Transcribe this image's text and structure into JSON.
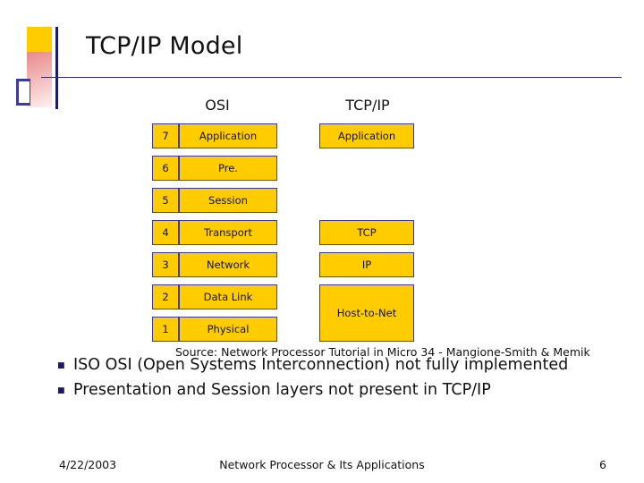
{
  "slide": {
    "title": "TCP/IP Model",
    "columns": {
      "left": "OSI",
      "right": "TCP/IP"
    },
    "osi_layers": [
      {
        "num": "7",
        "name": "Application"
      },
      {
        "num": "6",
        "name": "Pre."
      },
      {
        "num": "5",
        "name": "Session"
      },
      {
        "num": "4",
        "name": "Transport"
      },
      {
        "num": "3",
        "name": "Network"
      },
      {
        "num": "2",
        "name": "Data Link"
      },
      {
        "num": "1",
        "name": "Physical"
      }
    ],
    "tcpip_layers": [
      {
        "name": "Application"
      },
      {
        "name": "TCP"
      },
      {
        "name": "IP"
      },
      {
        "name": "Host-to-Net"
      }
    ],
    "source": "Source: Network Processor Tutorial in Micro 34 - Mangione-Smith & Memik",
    "bullets": [
      "ISO OSI (Open Systems Interconnection) not fully implemented",
      "Presentation and Session layers not present in TCP/IP"
    ],
    "bullet_marker": "■"
  },
  "footer": {
    "date": "4/22/2003",
    "center": "Network Processor & Its Applications",
    "page": "6"
  },
  "colors": {
    "cell_fill": "#ffcc00",
    "cell_border": "#3b3b8f",
    "accent_blue": "#1a1a6e",
    "logo_yellow": "#ffcc00"
  }
}
